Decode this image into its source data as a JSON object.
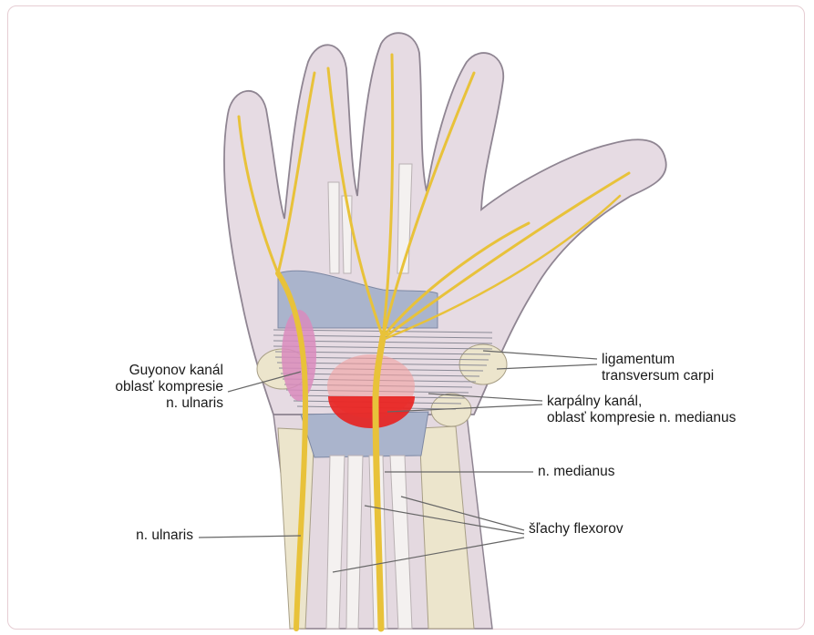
{
  "labels": {
    "guyon_line1": "Guyonov kanál",
    "guyon_line2": "oblasť kompresie",
    "guyon_line3": "n. ulnaris",
    "ligament_line1": "ligamentum",
    "ligament_line2": "transversum carpi",
    "carpal_line1": "karpálny kanál,",
    "carpal_line2": "oblasť kompresie n. medianus",
    "medianus": "n. medianus",
    "ulnaris": "n. ulnaris",
    "tendons": "šľachy flexorov"
  },
  "colors": {
    "skin": "#e6dbe3",
    "skin_outline": "#8f8592",
    "nerve": "#e8c23a",
    "nerve_outline": "#a88420",
    "bone": "#ece5cc",
    "carpal_blue": "#aab4cc",
    "tendon": "#f4f1f0",
    "guyon_pink": "#d98bbd",
    "compression_red": "#e8201e",
    "leader_line": "#666666",
    "frame_border": "#e6cdd3"
  }
}
